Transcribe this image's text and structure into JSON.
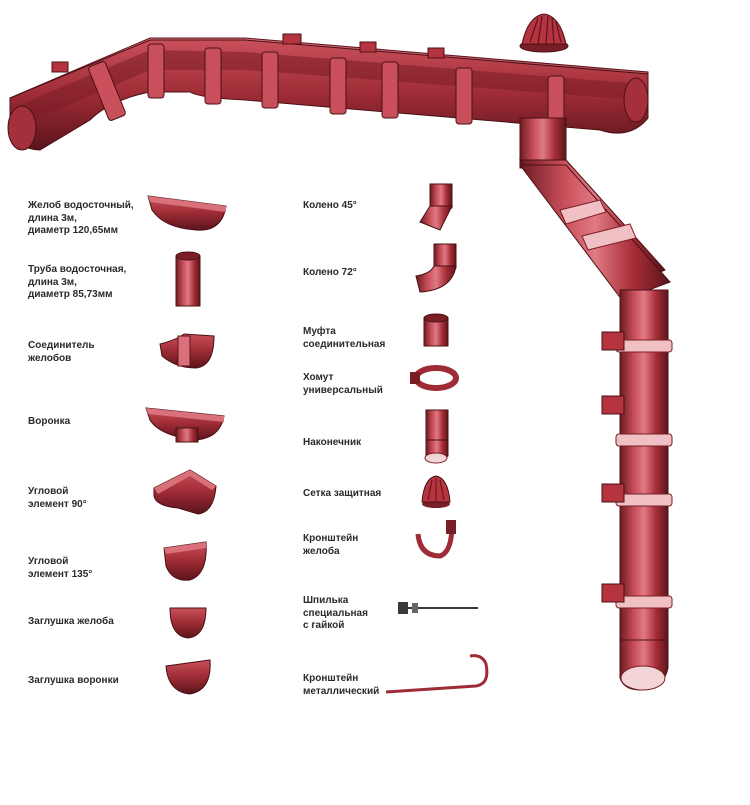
{
  "colors": {
    "base": "#b5343f",
    "dark": "#7a1e26",
    "deep": "#5a141b",
    "light": "#d9707a",
    "highlight": "#f1c0c4"
  },
  "labels_left": [
    {
      "id": "gutter",
      "text": "Желоб водосточный,\nдлина 3м,\nдиаметр 120,65мм"
    },
    {
      "id": "pipe",
      "text": "Труба водосточная,\nдлина 3м,\nдиаметр 85,73мм"
    },
    {
      "id": "gutter-connector",
      "text": "Соединитель\nжелобов"
    },
    {
      "id": "funnel",
      "text": "Воронка"
    },
    {
      "id": "corner-90",
      "text": "Угловой\nэлемент 90°"
    },
    {
      "id": "corner-135",
      "text": "Угловой\nэлемент 135°"
    },
    {
      "id": "gutter-cap",
      "text": "Заглушка желоба"
    },
    {
      "id": "funnel-cap",
      "text": "Заглушка воронки"
    }
  ],
  "labels_right": [
    {
      "id": "elbow-45",
      "text": "Колено 45°"
    },
    {
      "id": "elbow-72",
      "text": "Колено 72°"
    },
    {
      "id": "coupling",
      "text": "Муфта\nсоединительная"
    },
    {
      "id": "clamp",
      "text": "Хомут\nуниверсальный"
    },
    {
      "id": "outlet",
      "text": "Наконечник"
    },
    {
      "id": "guard",
      "text": "Сетка защитная"
    },
    {
      "id": "bracket",
      "text": "Кронштейн\nжелоба"
    },
    {
      "id": "stud",
      "text": "Шпилька\nспециальная\nс гайкой"
    },
    {
      "id": "metal-bracket",
      "text": "Кронштейн\nметаллический"
    }
  ]
}
